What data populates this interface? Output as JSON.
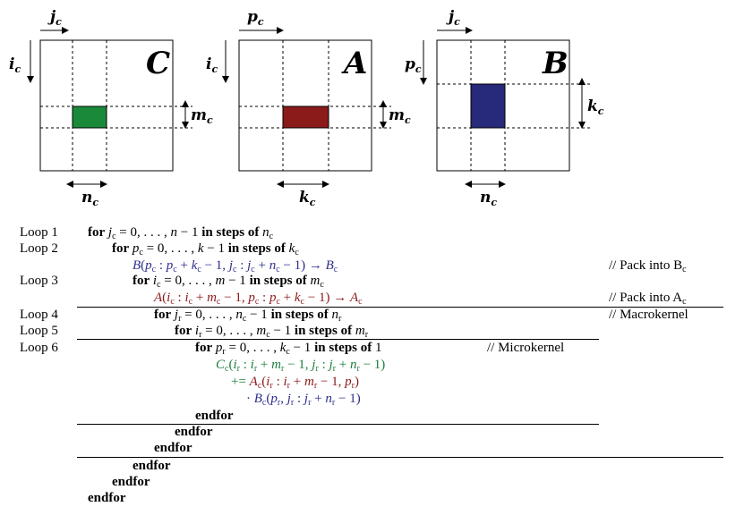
{
  "diagram": {
    "matrices": [
      {
        "name": "C",
        "top_dim": "j",
        "top_sub": "c",
        "side_dim": "i",
        "side_sub": "c",
        "right_dim": "m",
        "right_sub": "c",
        "bottom_dim": "n",
        "bottom_sub": "c",
        "fill": "#1a8a3a"
      },
      {
        "name": "A",
        "top_dim": "p",
        "top_sub": "c",
        "side_dim": "i",
        "side_sub": "c",
        "right_dim": "m",
        "right_sub": "c",
        "bottom_dim": "k",
        "bottom_sub": "c",
        "fill": "#8b1a1a"
      },
      {
        "name": "B",
        "top_dim": "j",
        "top_sub": "c",
        "side_dim": "p",
        "side_sub": "c",
        "right_dim": "k",
        "right_sub": "c",
        "bottom_dim": "n",
        "bottom_sub": "c",
        "fill": "#27297a"
      }
    ]
  },
  "loops": {
    "labels": [
      "Loop 1",
      "Loop 2",
      "Loop 3",
      "Loop 4",
      "Loop 5",
      "Loop 6"
    ],
    "keyword_for": "for",
    "keyword_steps": "in steps of",
    "keyword_endfor": "endfor",
    "comments": {
      "pack_b": "// Pack into B",
      "pack_b_sub": "c",
      "pack_a": "// Pack into A",
      "pack_a_sub": "c",
      "macrokernel": "// Macrokernel",
      "microkernel": "// Microkernel"
    }
  },
  "colors": {
    "blue": "#2e2e8c",
    "red": "#8b1a1a",
    "green": "#1e7f3c"
  }
}
